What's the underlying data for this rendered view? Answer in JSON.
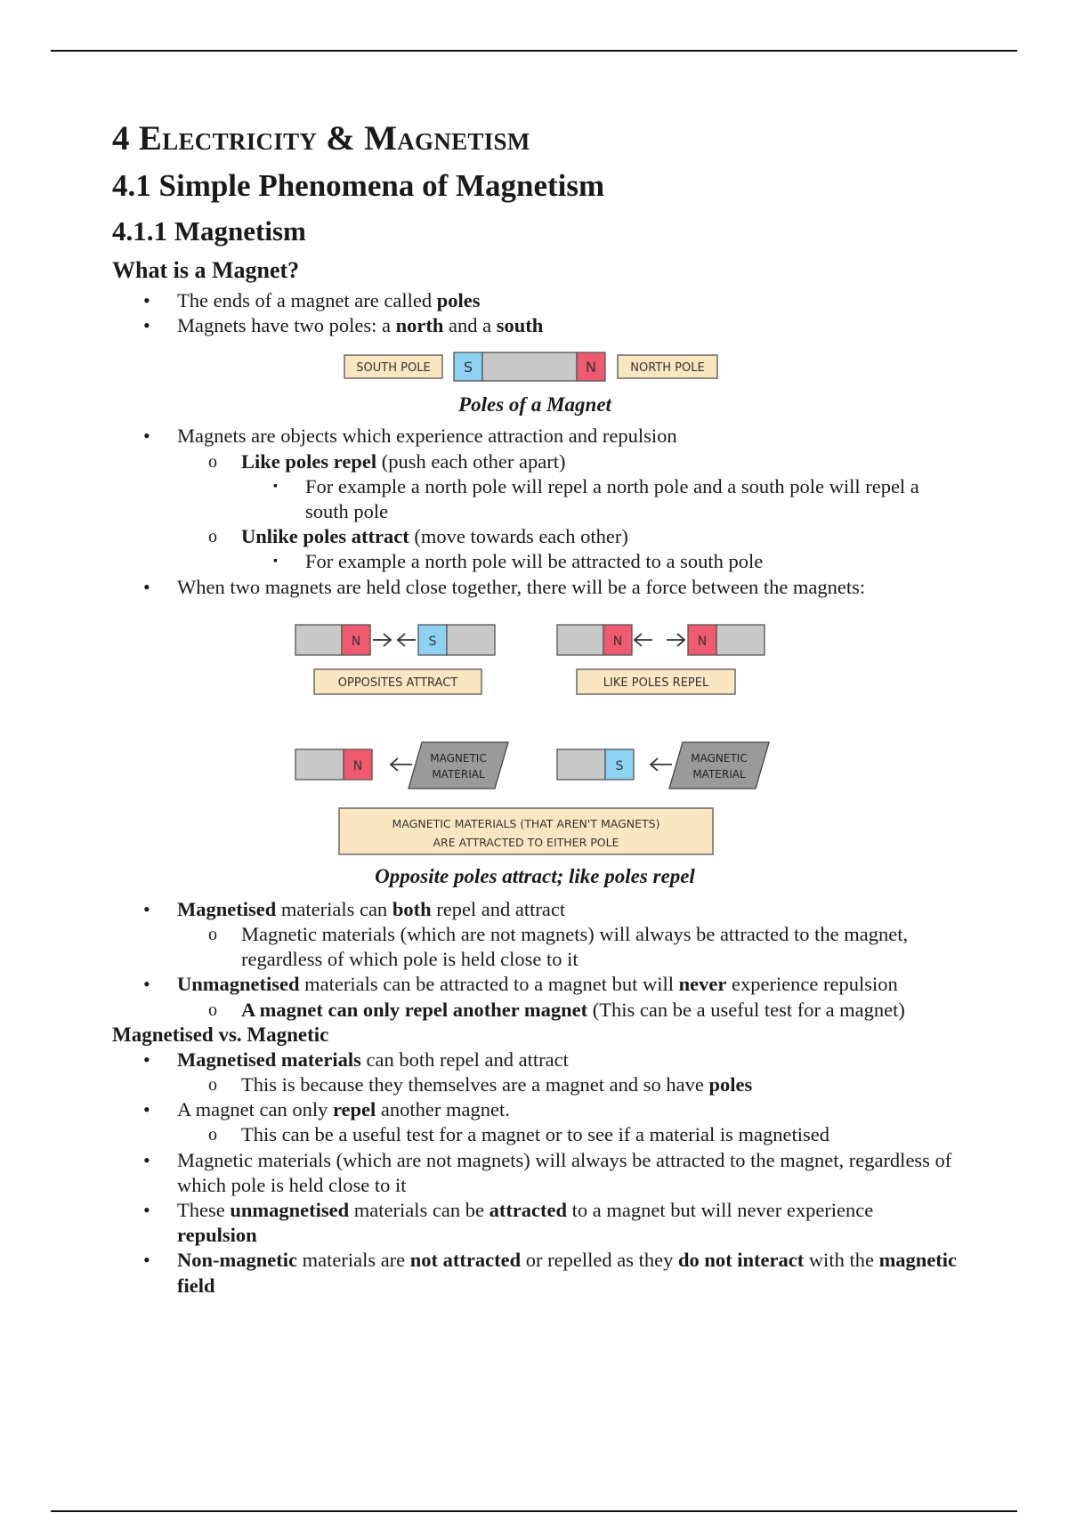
{
  "heading_main_number": "4",
  "heading_main_text": "Electricity & Magnetism",
  "heading_section": "4.1 Simple Phenomena of Magnetism",
  "heading_subsection": "4.1.1 Magnetism",
  "heading_what": "What is a Magnet?",
  "intro_items": [
    {
      "parts": [
        {
          "t": "The ends of a magnet are called "
        },
        {
          "t": "poles",
          "b": true
        }
      ]
    },
    {
      "parts": [
        {
          "t": "Magnets have two poles: a "
        },
        {
          "t": "north",
          "b": true
        },
        {
          "t": " and a "
        },
        {
          "t": "south",
          "b": true
        }
      ]
    }
  ],
  "fig1": {
    "south_label": "SOUTH POLE",
    "north_label": "NORTH POLE",
    "s": "S",
    "n": "N",
    "caption": "Poles of a Magnet",
    "colors": {
      "south": "#8dd2f2",
      "north": "#f05a6e",
      "body": "#c8c8c8",
      "label_bg": "#fbe6c2"
    }
  },
  "list2": [
    {
      "level": 1,
      "parts": [
        {
          "t": "Magnets are objects which experience attraction and repulsion"
        }
      ]
    },
    {
      "level": 2,
      "parts": [
        {
          "t": "Like poles repel",
          "b": true
        },
        {
          "t": " (push each other apart)"
        }
      ]
    },
    {
      "level": 3,
      "parts": [
        {
          "t": "For example a north pole will repel a north pole and a south pole will repel a south pole"
        }
      ]
    },
    {
      "level": 2,
      "parts": [
        {
          "t": "Unlike poles attract",
          "b": true
        },
        {
          "t": " (move towards each other)"
        }
      ]
    },
    {
      "level": 3,
      "parts": [
        {
          "t": "For example a north pole will be attracted to a south pole"
        }
      ]
    },
    {
      "level": 1,
      "parts": [
        {
          "t": "When two magnets are held close together, there will be a force between the magnets:"
        }
      ]
    }
  ],
  "fig2": {
    "n": "N",
    "s": "S",
    "opposites_label": "OPPOSITES ATTRACT",
    "like_label": "LIKE POLES REPEL",
    "material_line1": "MAGNETIC",
    "material_line2": "MATERIAL",
    "note_line1": "MAGNETIC MATERIALS (THAT AREN'T MAGNETS)",
    "note_line2": "ARE ATTRACTED TO EITHER POLE",
    "caption": "Opposite poles attract; like poles repel"
  },
  "list3": [
    {
      "level": 1,
      "parts": [
        {
          "t": "Magnetised",
          "b": true
        },
        {
          "t": " materials can "
        },
        {
          "t": "both",
          "b": true
        },
        {
          "t": " repel and attract"
        }
      ]
    },
    {
      "level": 2,
      "parts": [
        {
          "t": "Magnetic materials (which are not magnets) will always be attracted to the magnet, regardless of which pole is held close to it"
        }
      ]
    },
    {
      "level": 1,
      "parts": [
        {
          "t": "Unmagnetised",
          "b": true
        },
        {
          "t": " materials can be attracted to a magnet but will "
        },
        {
          "t": "never",
          "b": true
        },
        {
          "t": " experience repulsion"
        }
      ]
    },
    {
      "level": 2,
      "parts": [
        {
          "t": "A magnet can only repel another magnet",
          "b": true
        },
        {
          "t": " (This can be a useful test for a magnet)"
        }
      ]
    }
  ],
  "heading_vs": "Magnetised vs. Magnetic",
  "list4": [
    {
      "level": 1,
      "parts": [
        {
          "t": "Magnetised materials",
          "b": true
        },
        {
          "t": " can both repel and attract"
        }
      ]
    },
    {
      "level": 2,
      "parts": [
        {
          "t": "This is because they themselves are a magnet and so have "
        },
        {
          "t": "poles",
          "b": true
        }
      ]
    },
    {
      "level": 1,
      "parts": [
        {
          "t": "A magnet can only "
        },
        {
          "t": "repel",
          "b": true
        },
        {
          "t": " another magnet."
        }
      ]
    },
    {
      "level": 2,
      "parts": [
        {
          "t": "This can be a useful test for a magnet or to see if a material is magnetised"
        }
      ]
    },
    {
      "level": 1,
      "parts": [
        {
          "t": "Magnetic materials (which are not magnets) will always be attracted to the magnet, regardless of which pole is held close to it"
        }
      ]
    },
    {
      "level": 1,
      "parts": [
        {
          "t": "These "
        },
        {
          "t": "unmagnetised",
          "b": true
        },
        {
          "t": " materials can be "
        },
        {
          "t": "attracted",
          "b": true
        },
        {
          "t": " to a magnet but will never experience "
        },
        {
          "t": "repulsion",
          "b": true
        }
      ]
    },
    {
      "level": 1,
      "parts": [
        {
          "t": "Non-magnetic",
          "b": true
        },
        {
          "t": " materials are "
        },
        {
          "t": "not attracted",
          "b": true
        },
        {
          "t": " or repelled as they "
        },
        {
          "t": "do not interact",
          "b": true
        },
        {
          "t": " with the "
        },
        {
          "t": "magnetic field",
          "b": true
        }
      ]
    }
  ]
}
